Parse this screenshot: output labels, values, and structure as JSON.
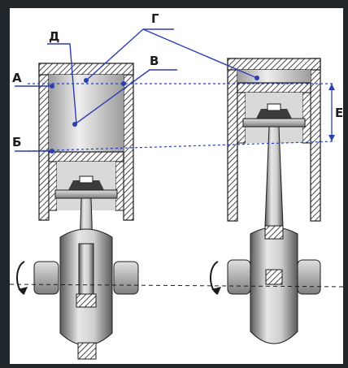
{
  "labels": {
    "a": "А",
    "b": "Б",
    "v": "В",
    "g": "Г",
    "d": "Д",
    "e": "Е"
  },
  "colors": {
    "frame": "#20262a",
    "ink": "#1c1c1c",
    "dash": "#2d3fb0",
    "metal_light": "#e6e6e6",
    "metal_mid": "#a9a9a9",
    "metal_dark": "#5a5a5a"
  }
}
